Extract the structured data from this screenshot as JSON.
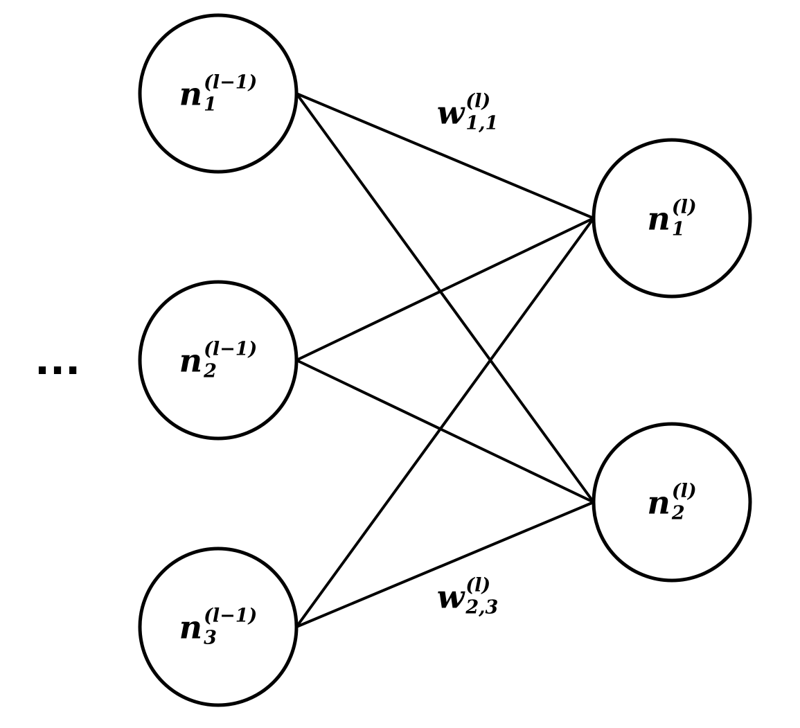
{
  "diagram": {
    "background_color": "#ffffff",
    "stroke_color": "#000000",
    "text_color": "#000000",
    "ellipsis": "...",
    "left_layer": {
      "nodes": [
        {
          "base": "n",
          "sub": "1",
          "sup": "(l−1)"
        },
        {
          "base": "n",
          "sub": "2",
          "sup": "(l−1)"
        },
        {
          "base": "n",
          "sub": "3",
          "sup": "(l−1)"
        }
      ]
    },
    "right_layer": {
      "nodes": [
        {
          "base": "n",
          "sub": "1",
          "sup": "(l)"
        },
        {
          "base": "n",
          "sub": "2",
          "sup": "(l)"
        }
      ]
    },
    "edge_labels": [
      {
        "base": "w",
        "sub": "1,1",
        "sup": "(l)"
      },
      {
        "base": "w",
        "sub": "2,3",
        "sup": "(l)"
      }
    ]
  }
}
